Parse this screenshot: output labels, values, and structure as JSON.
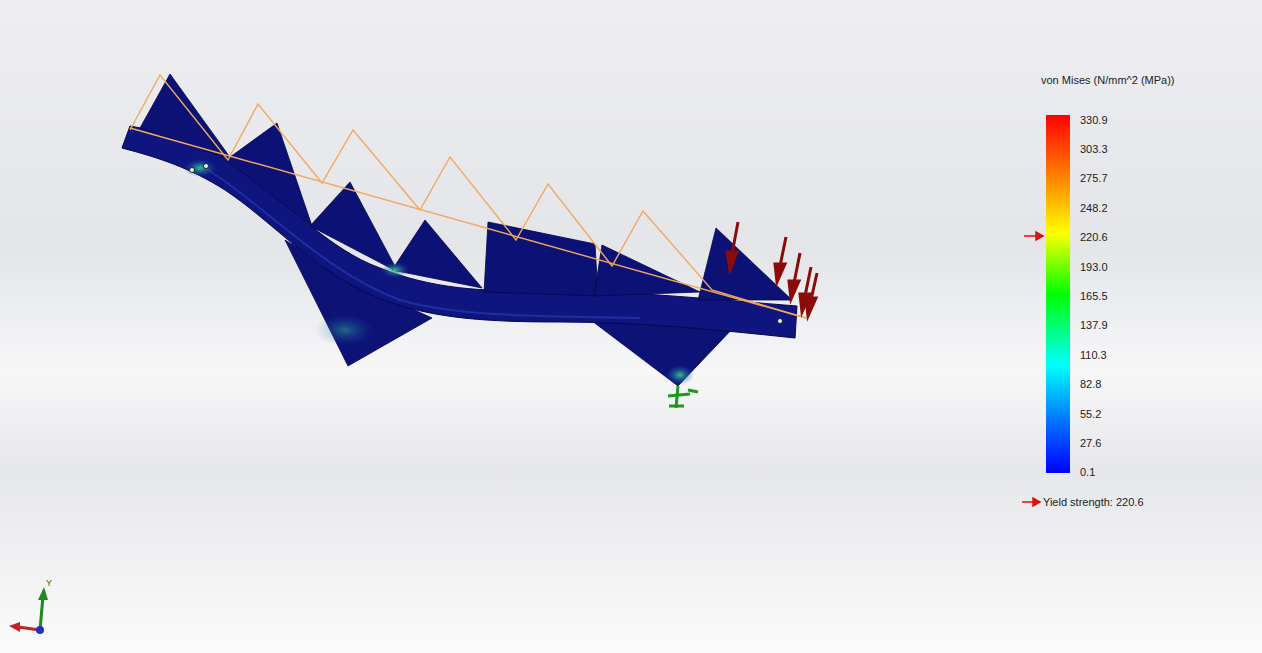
{
  "diagram": {
    "labels": [
      "von Mises (N/mm^2 (MPa))",
      "330.9",
      "303.3",
      "275.7",
      "248.2",
      "220.6",
      "193.0",
      "165.5",
      "137.9",
      "110.3",
      "82.8",
      "55.2",
      "27.6",
      "0.1",
      "Y",
      "Yield strength: 220.6"
    ]
  }
}
